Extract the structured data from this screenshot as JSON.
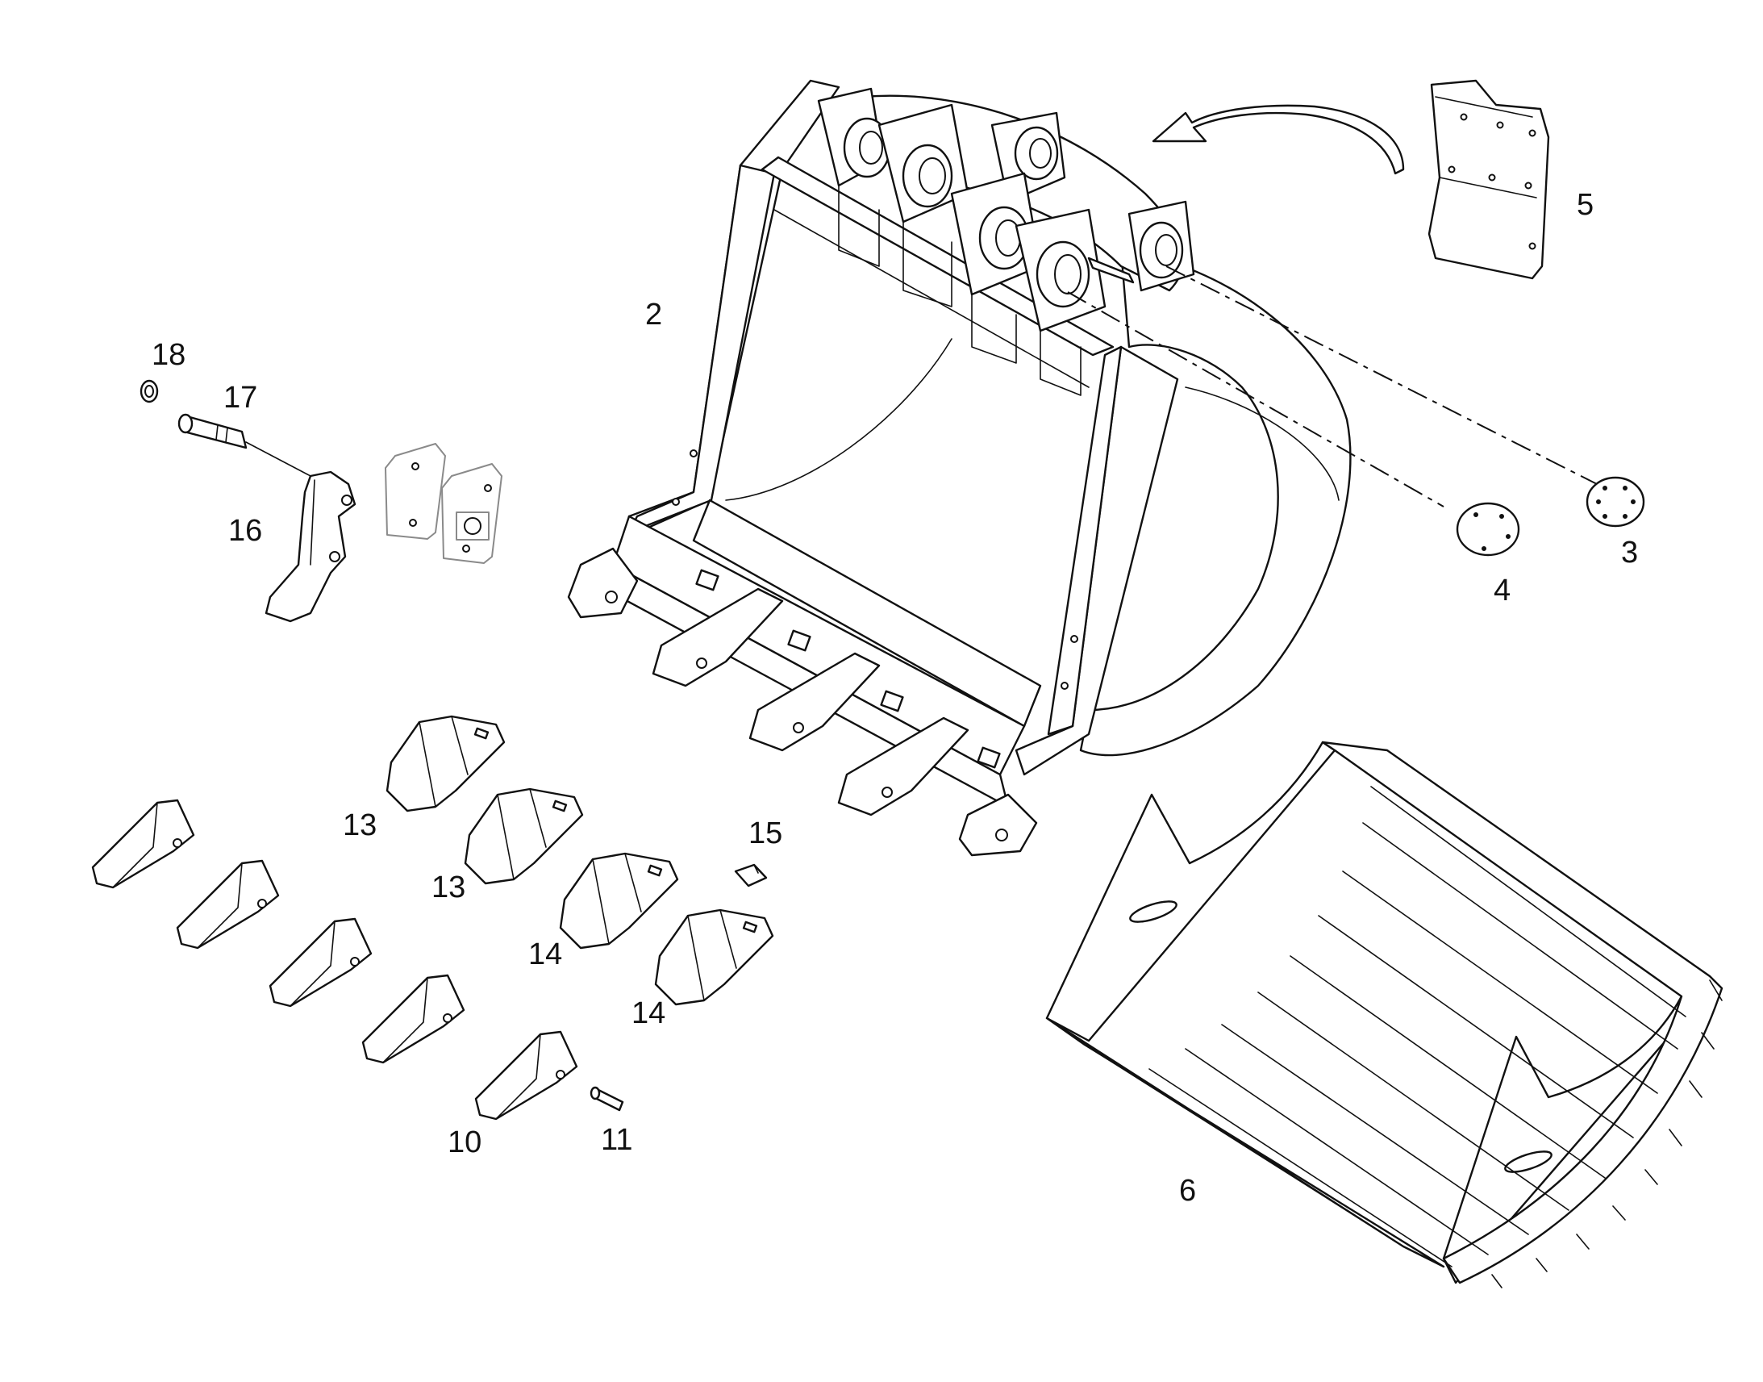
{
  "callouts": {
    "c2": "2",
    "c3": "3",
    "c4": "4",
    "c5": "5",
    "c6": "6",
    "c10": "10",
    "c11": "11",
    "c13a": "13",
    "c13b": "13",
    "c14a": "14",
    "c14b": "14",
    "c15": "15",
    "c16": "16",
    "c17": "17",
    "c18": "18"
  },
  "colors": {
    "line": "#111111",
    "ghost_line": "#8a8a8a",
    "background": "#ffffff"
  }
}
